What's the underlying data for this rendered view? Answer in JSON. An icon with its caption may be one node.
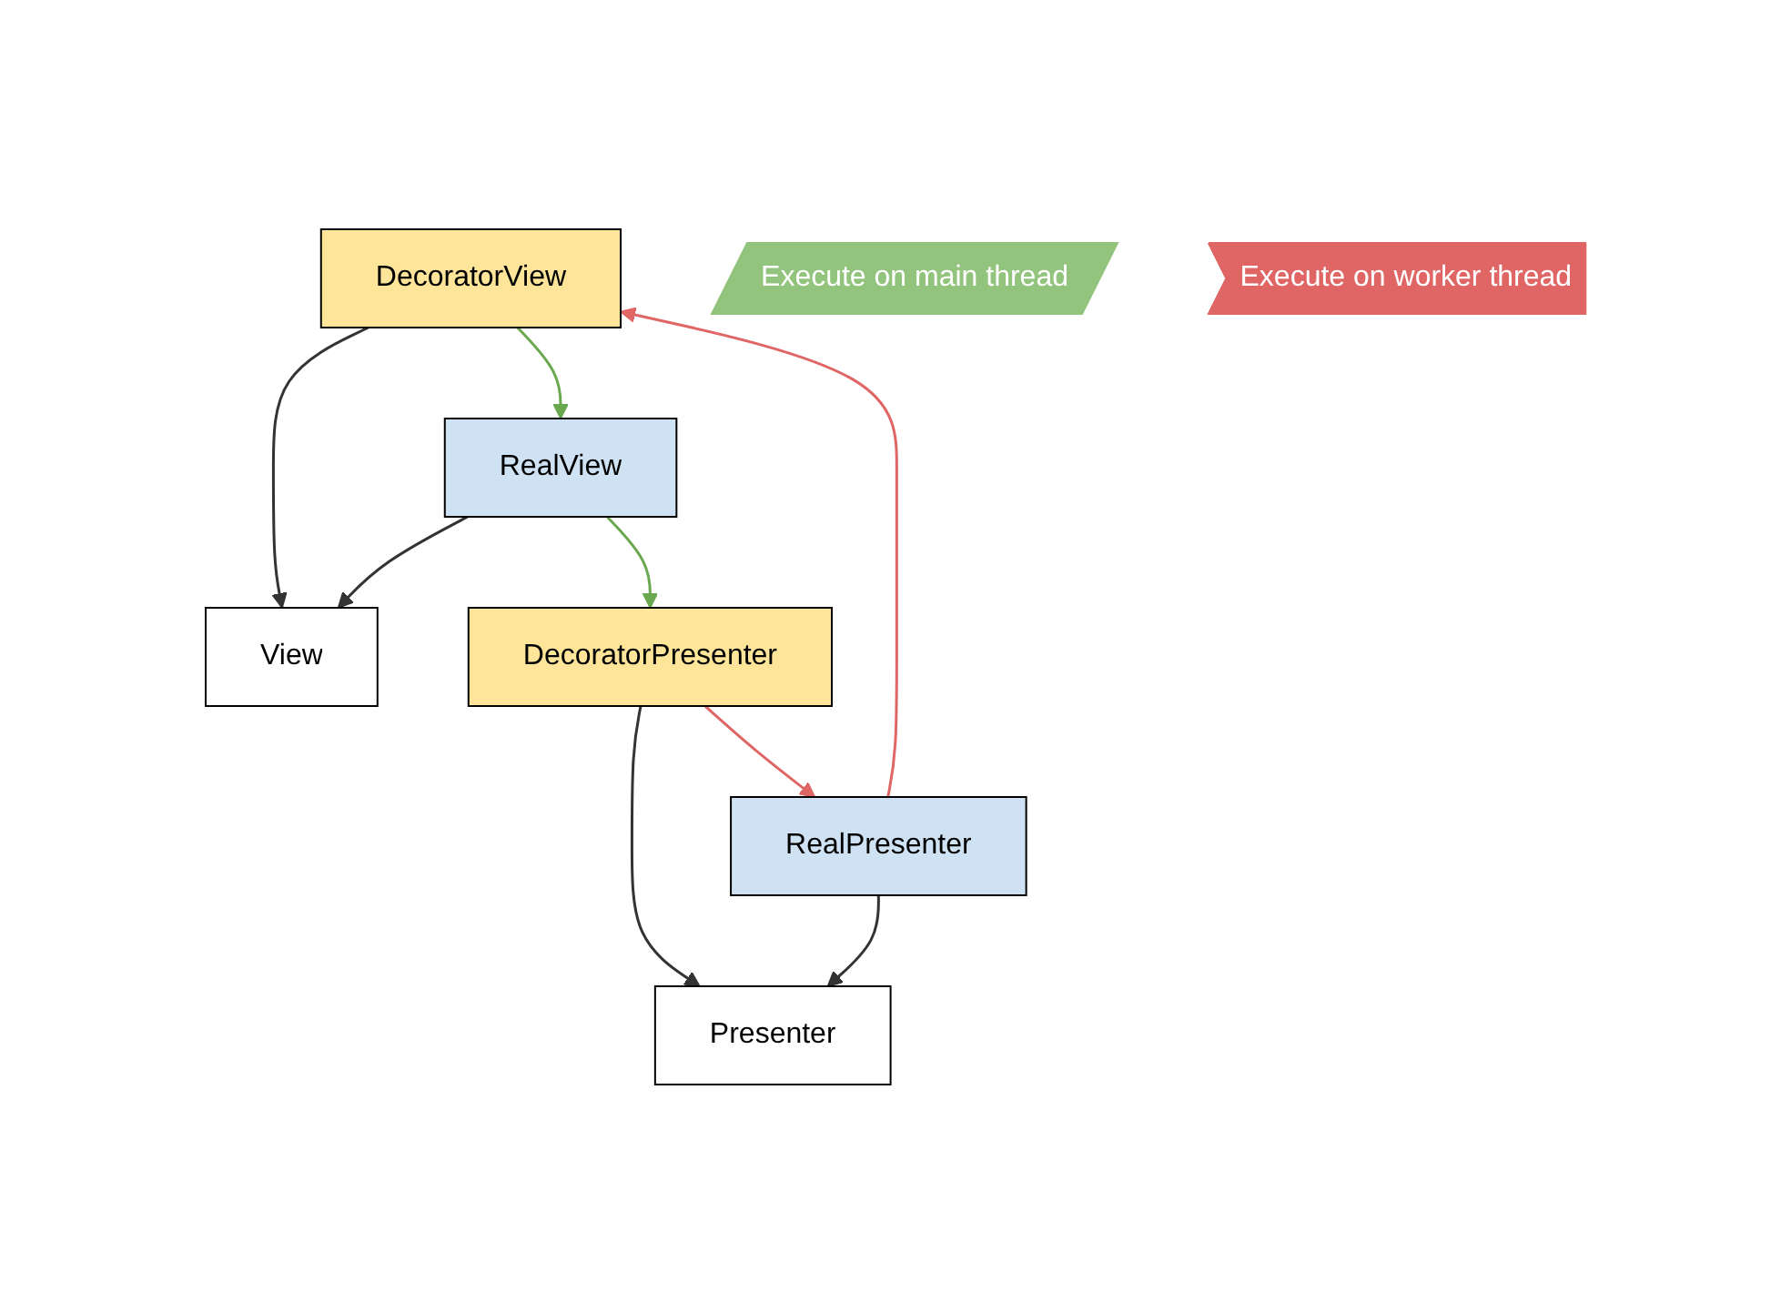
{
  "diagram": {
    "nodes": [
      {
        "text": [
          "View"
        ]
      },
      {
        "text": [
          "Presenter"
        ]
      },
      {
        "text": [
          "DecoratorView"
        ]
      },
      {
        "text": [
          "RealView"
        ]
      },
      {
        "text": [
          "Execute on main thread"
        ]
      },
      {
        "text": [
          "RealPresenter"
        ]
      },
      {
        "text": [
          "DecoratorPresenter"
        ]
      },
      {
        "text": [
          "Execute on worker thread"
        ]
      }
    ],
    "edges": [
      {
        "from": 3,
        "to": 0,
        "arrow": "to"
      },
      {
        "from": 2,
        "to": 0,
        "arrow": "to"
      },
      {
        "from": 6,
        "to": 1,
        "arrow": "to"
      },
      {
        "from": 5,
        "to": 1,
        "arrow": "to"
      },
      {
        "from": 2,
        "to": 3,
        "arrow": "to",
        "color": "#6aa84f"
      },
      {
        "from": 3,
        "to": 6,
        "arrow": "to",
        "color": "#6aa84f"
      },
      {
        "from": 6,
        "to": 5,
        "arrow": "to",
        "color": "#e06666"
      },
      {
        "from": 5,
        "to": 2,
        "arrow": "to",
        "color": "#e06666"
      }
    ]
  }
}
